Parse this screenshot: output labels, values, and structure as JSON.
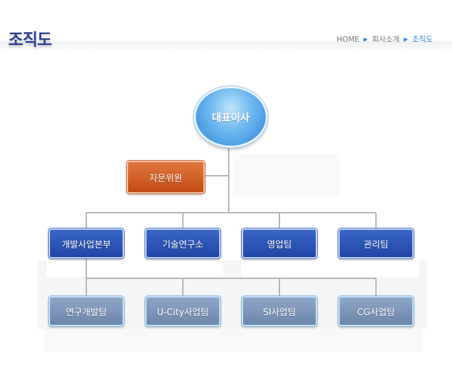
{
  "header": {
    "title": "조직도",
    "breadcrumb": [
      "HOME",
      "회사소개",
      "조직도"
    ]
  },
  "org": {
    "ceo": "대표이사",
    "advisor": "자문위원",
    "departments": [
      "개발사업본부",
      "기술연구소",
      "영업팀",
      "관리팀"
    ],
    "teams": [
      "연구개발팀",
      "U-City사업팀",
      "SI사업팀",
      "CG사업팀"
    ]
  },
  "colors": {
    "title": "#2a3f8e",
    "breadcrumb_current": "#2f7fd6",
    "ceo": "#2f83d2",
    "advisor": "#c14914",
    "department": "#1f46a6",
    "team": "#6c86ac",
    "connector": "#b5b5b5"
  }
}
